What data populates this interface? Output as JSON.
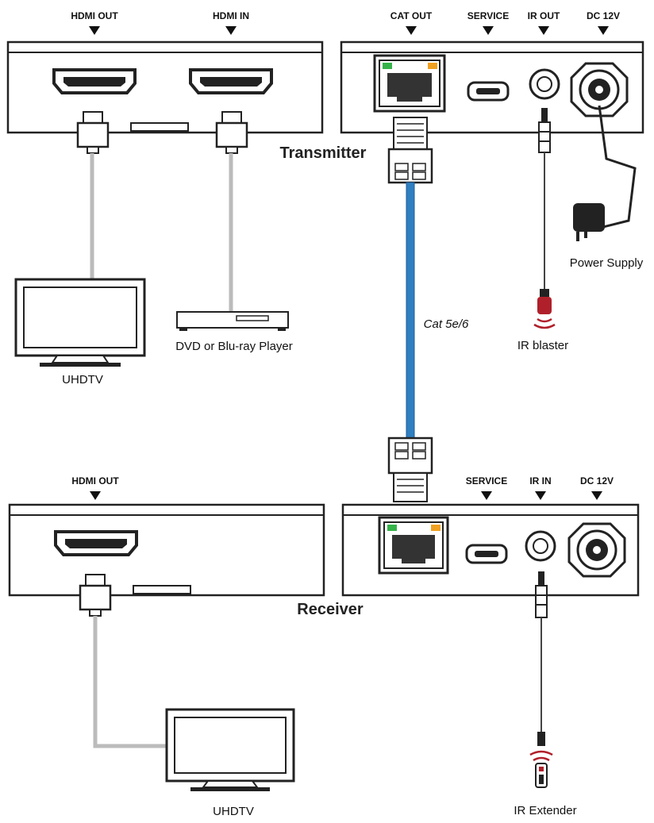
{
  "transmitter": {
    "title": "Transmitter",
    "ports_left": [
      "HDMI OUT",
      "HDMI IN"
    ],
    "ports_right": [
      "CAT OUT",
      "SERVICE",
      "IR OUT",
      "DC 12V"
    ]
  },
  "receiver": {
    "title": "Receiver",
    "ports_left": [
      "HDMI OUT"
    ],
    "ports_right": [
      "SERVICE",
      "IR IN",
      "DC 12V"
    ]
  },
  "devices": {
    "tv_top": "UHDTV",
    "player": "DVD or Blu-ray Player",
    "power_supply": "Power Supply",
    "ir_blaster": "IR blaster",
    "tv_bottom": "UHDTV",
    "ir_extender": "IR Extender"
  },
  "cable": {
    "label": "Cat 5e/6",
    "color": "#2f7fc1"
  },
  "colors": {
    "led_green": "#35b34a",
    "led_orange": "#f0a020",
    "ir_red": "#b0202a"
  }
}
